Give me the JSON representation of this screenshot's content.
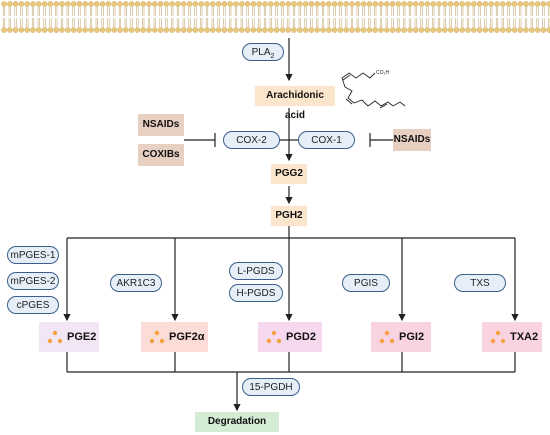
{
  "enzymes": {
    "pla2": "PLA",
    "pla2_sub": "2",
    "cox2": "COX-2",
    "cox1": "COX-1",
    "mpges1": "mPGES-1",
    "mpges2": "mPGES-2",
    "cpges": "cPGES",
    "akr1c3": "AKR1C3",
    "lpgds": "L-PGDS",
    "hpgds": "H-PGDS",
    "pgis": "PGIS",
    "txs": "TXS",
    "pgdh": "15-PGDH"
  },
  "inhibitors": {
    "nsaids_left": "NSAIDs",
    "coxibs": "COXIBs",
    "nsaids_right": "NSAIDs"
  },
  "intermediates": {
    "arachidonic_acid": "Arachidonic acid",
    "pgg2": "PGG2",
    "pgh2": "PGH2"
  },
  "molecule": {
    "co2h": "CO₂H"
  },
  "products": {
    "pge2": "PGE2",
    "pgf2a": "PGF2α",
    "pgd2": "PGD2",
    "pgi2": "PGI2",
    "txa2": "TXA2"
  },
  "end": {
    "degradation": "Degradation"
  },
  "colors": {
    "pill_border": "#3b5f8a",
    "pill_fill": "#e6eef8",
    "intermediate_fill": "#fbe6cd",
    "inhibitor_fill": "#e7cfc2",
    "degradation_fill": "#d4ecd4",
    "membrane_head": "#e8c77d"
  }
}
